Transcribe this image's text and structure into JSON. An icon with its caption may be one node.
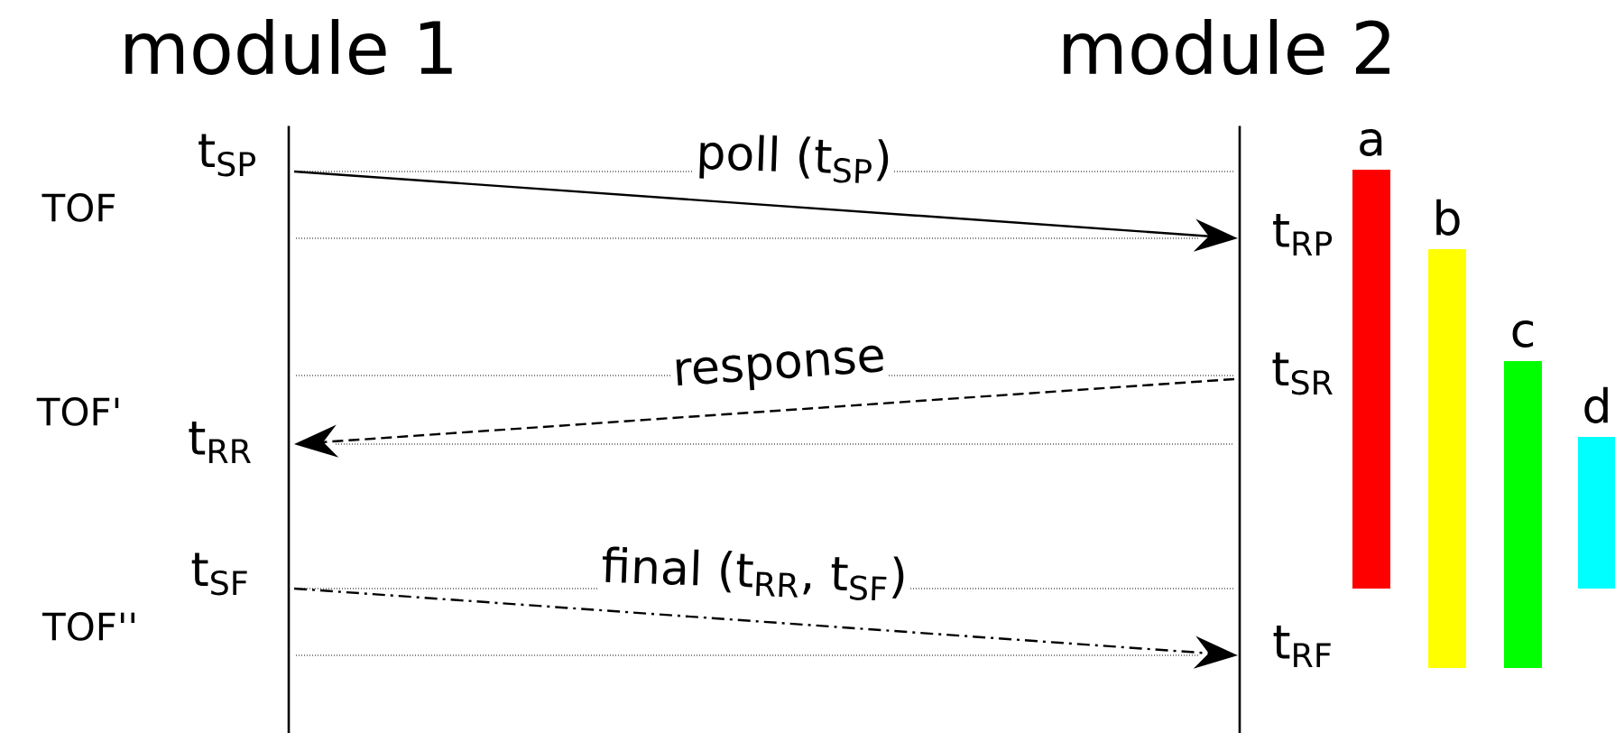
{
  "diagram": {
    "nodes": [
      {
        "text": [],
        "shape": "line"
      },
      {
        "text": [],
        "shape": "line"
      },
      {
        "text": [
          "a"
        ]
      },
      {
        "text": [
          "b"
        ]
      },
      {
        "text": [
          "c"
        ]
      },
      {
        "text": [
          "d"
        ]
      }
    ],
    "edges": [
      {
        "from": 0,
        "to": 1,
        "arrow": "to",
        "label": "poll (t$_{SP}$)"
      },
      {
        "from": 1,
        "to": 0,
        "arrow": "to",
        "label": "response",
        "style": "dashed"
      },
      {
        "from": 0,
        "to": 1,
        "arrow": "to",
        "label": "final (t$_{RR}$, t$_{SF}$)",
        "style": "dashed"
      }
    ],
    "labels": [
      "module 1",
      "module 2",
      "t$_{SP}$",
      "TOF",
      "t$_{RP}$",
      "t$_{SR}$",
      "TOF'",
      "t$_{RR}$",
      "t$_{SF}$",
      "TOF''",
      "t$_{RF}$"
    ]
  }
}
